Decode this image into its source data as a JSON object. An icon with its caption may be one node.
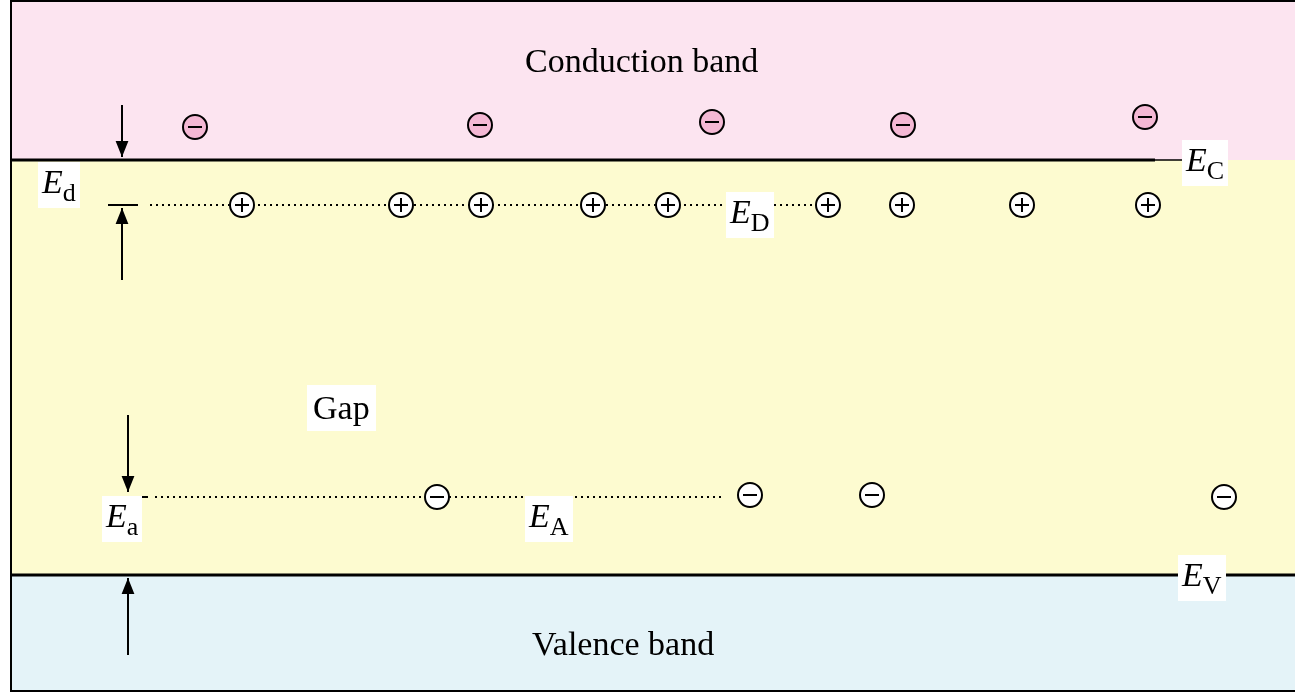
{
  "diagram": {
    "nodes": [
      {
        "text": [
          "Conduction band"
        ]
      },
      {
        "text": [
          "Gap"
        ]
      },
      {
        "text": [
          "Valence band"
        ]
      }
    ],
    "labels": [
      "*E*$_{C}$",
      "*E*$_{d}$",
      "*E*$_{D}$",
      "*E*$_{a}$",
      "*E*$_{A}$",
      "*E*$_{V}$"
    ]
  }
}
